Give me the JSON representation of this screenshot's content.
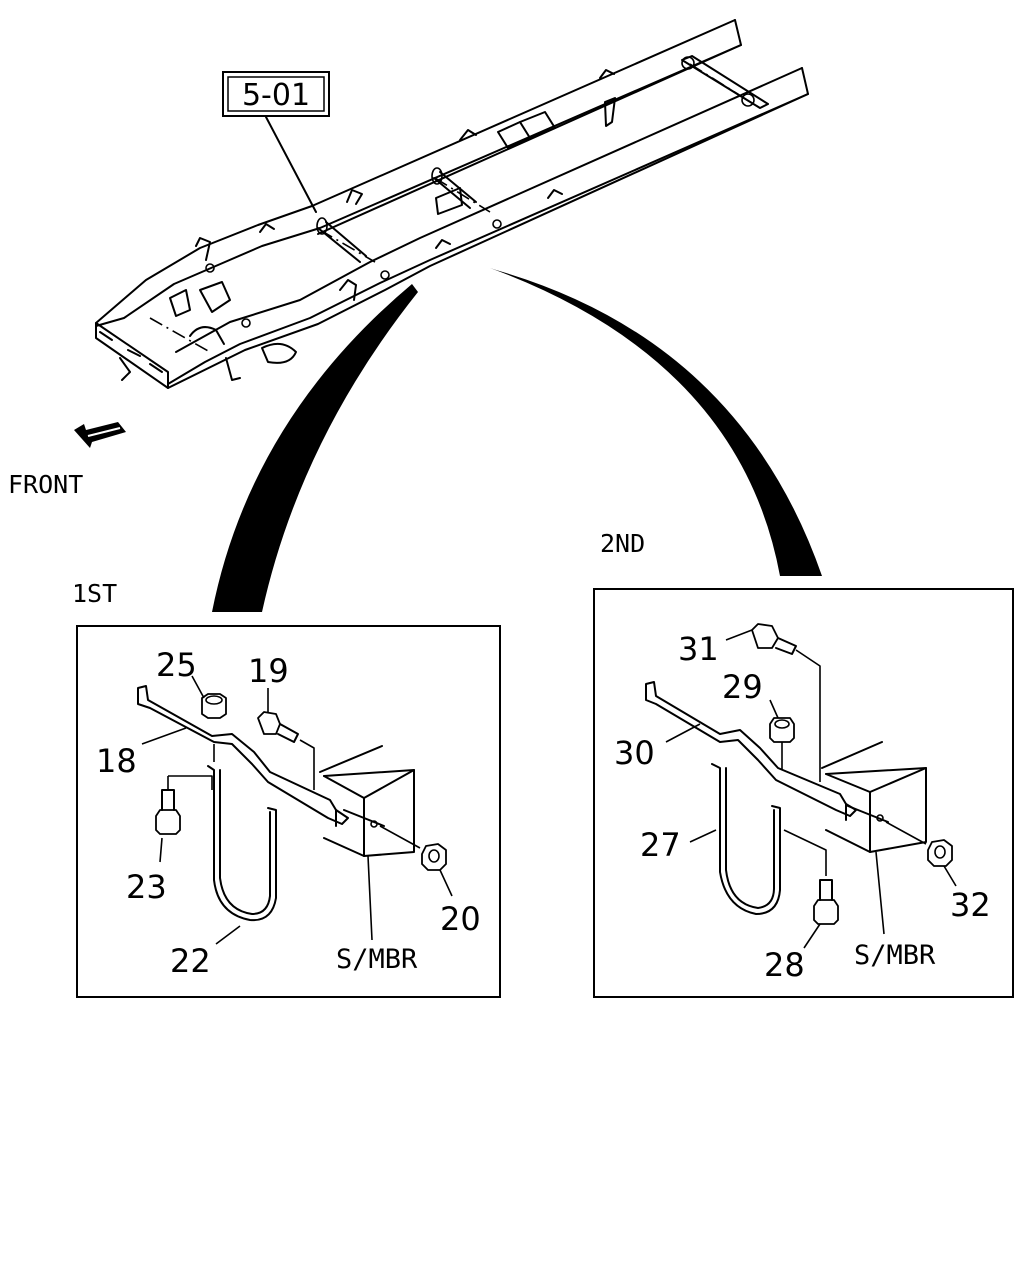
{
  "reference_box": {
    "label": "5-01"
  },
  "direction": {
    "label": "FRONT"
  },
  "detail_1st": {
    "title": "1ST",
    "callouts": [
      "25",
      "19",
      "18",
      "23",
      "22",
      "20"
    ],
    "member_label": "S/MBR"
  },
  "detail_2nd": {
    "title": "2ND",
    "callouts": [
      "31",
      "29",
      "30",
      "27",
      "28",
      "32"
    ],
    "member_label": "S/MBR"
  },
  "colors": {
    "ink": "#000000",
    "paper": "#ffffff"
  }
}
